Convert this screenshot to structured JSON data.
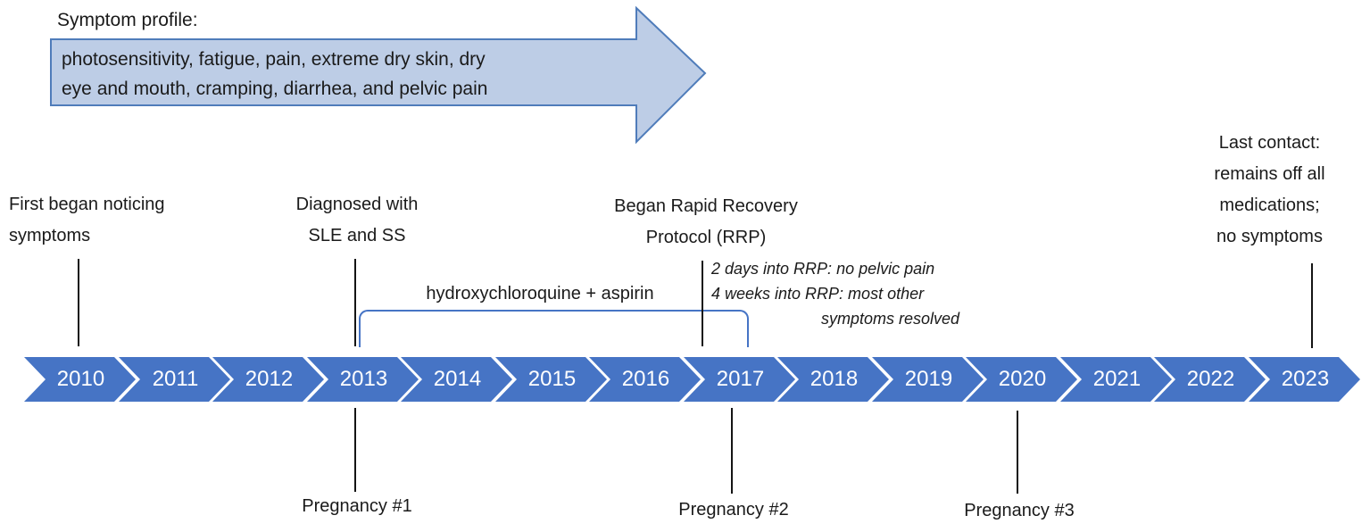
{
  "colors": {
    "chevron_blue": "#4674c5",
    "arrow_fill": "#bdcde6",
    "arrow_border": "#4f7cba",
    "bracket_blue": "#4674c5"
  },
  "symptom_arrow": {
    "title": "Symptom profile:",
    "lines": [
      "photosensitivity, fatigue, pain, extreme dry skin, dry",
      "eye and mouth, cramping, diarrhea, and pelvic pain"
    ]
  },
  "events": {
    "first_symptoms": {
      "lines": [
        "First began noticing",
        "symptoms"
      ],
      "points_to_year": "2010"
    },
    "diagnosis": {
      "lines": [
        "Diagnosed with",
        "SLE and SS"
      ],
      "points_to_year": "2013"
    },
    "rrp": {
      "lines": [
        "Began Rapid Recovery",
        "Protocol (RRP)"
      ],
      "points_to_year": "2017"
    },
    "last_contact": {
      "lines": [
        "Last contact:",
        "remains off all",
        "medications;",
        "no symptoms"
      ],
      "points_to_year": "2023"
    }
  },
  "medication": {
    "label": "hydroxychloroquine + aspirin",
    "bracket_from_year": "2013",
    "bracket_to_year": "2017"
  },
  "rrp_notes": {
    "lines": [
      "2 days into RRP: no pelvic pain",
      "4 weeks into RRP: most other",
      "symptoms resolved"
    ]
  },
  "timeline": {
    "years": [
      "2010",
      "2011",
      "2012",
      "2013",
      "2014",
      "2015",
      "2016",
      "2017",
      "2018",
      "2019",
      "2020",
      "2021",
      "2022",
      "2023"
    ]
  },
  "pregnancies": {
    "p1": {
      "label": "Pregnancy #1",
      "points_to_year": "2013"
    },
    "p2": {
      "label": "Pregnancy #2",
      "points_to_year": "2017"
    },
    "p3": {
      "label": "Pregnancy #3",
      "points_to_year": "2020"
    }
  }
}
